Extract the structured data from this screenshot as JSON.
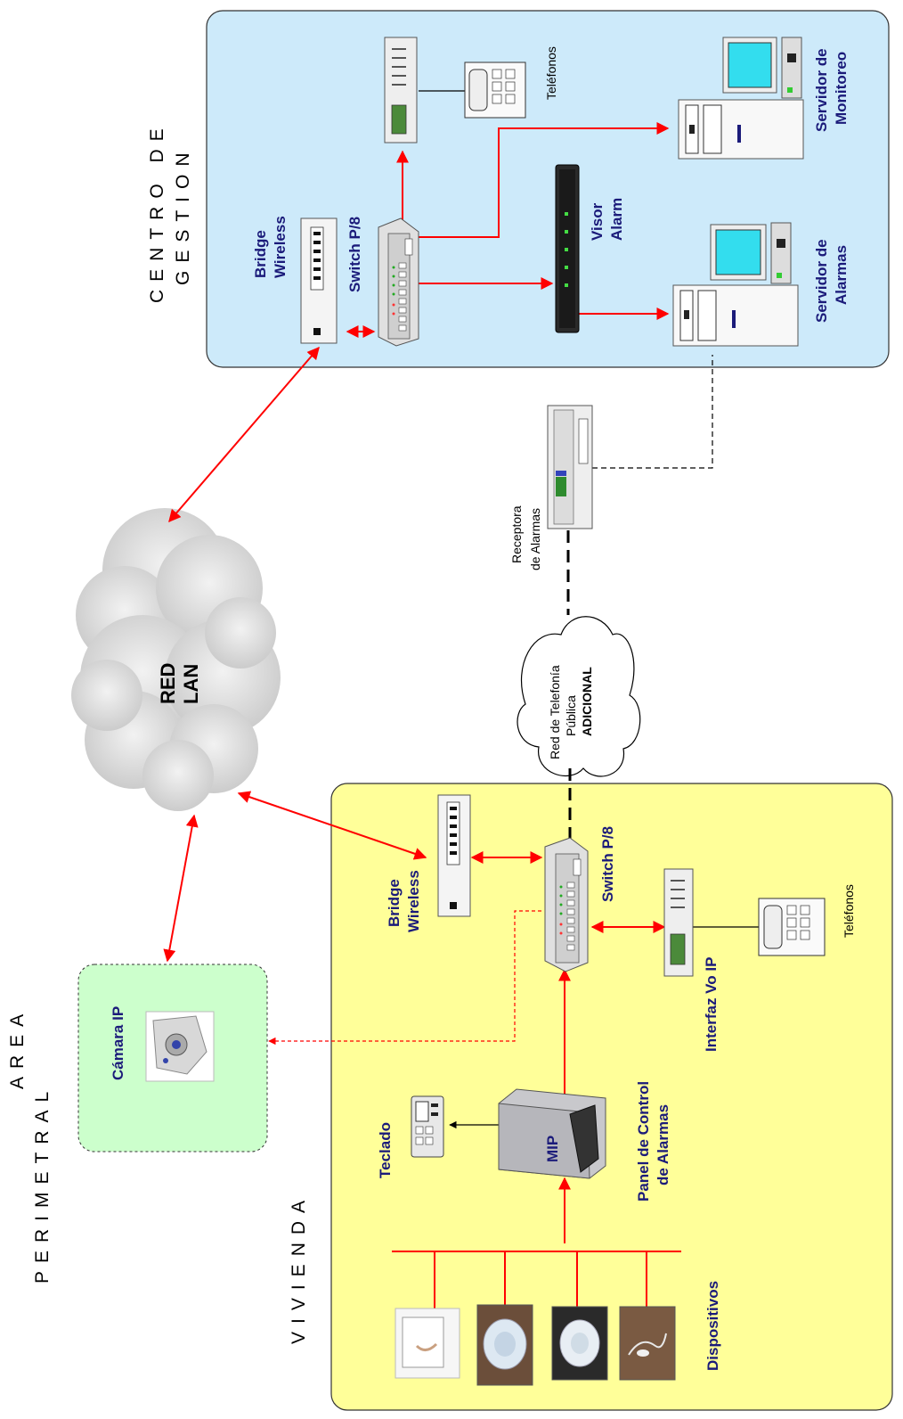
{
  "zones": {
    "centro_line1": "CENTRO DE",
    "centro_line2": "GESTION",
    "area_line1": "AREA",
    "area_line2": "PERIMETRAL",
    "vivienda": "VIVIENDA"
  },
  "centro": {
    "bridge_line1": "Bridge",
    "bridge_line2": "Wireless",
    "switch": "Switch P/8",
    "telefonos": "Teléfonos",
    "visor_line1": "Visor",
    "visor_line2": "Alarm",
    "servidor_monitoreo_line1": "Servidor de",
    "servidor_monitoreo_line2": "Monitoreo",
    "servidor_alarmas_line1": "Servidor de",
    "servidor_alarmas_line2": "Alarmas"
  },
  "red": {
    "lan_line1": "RED",
    "lan_line2": "LAN",
    "receptora_line1": "Receptora",
    "receptora_line2": "de Alarmas",
    "pstn_line1": "Red de Telefonía",
    "pstn_line2": "Pública",
    "pstn_line3": "ADICIONAL"
  },
  "perimetral": {
    "camara": "Cámara IP"
  },
  "vivienda": {
    "bridge_line1": "Bridge",
    "bridge_line2": "Wireless",
    "switch": "Switch P/8",
    "telefonos": "Teléfonos",
    "interfaz": "Interfaz Vo IP",
    "teclado": "Teclado",
    "panel_line1": "Panel de Control",
    "panel_line2": "de Alarmas",
    "mip": "MIP",
    "dispositivos": "Dispositivos"
  },
  "colors": {
    "centro_bg": "#cdeafa",
    "vivienda_bg": "#ffff99",
    "perimetral_bg": "#ccffcc",
    "link_red": "#ff0000",
    "label_blue": "#1b1b7a"
  }
}
